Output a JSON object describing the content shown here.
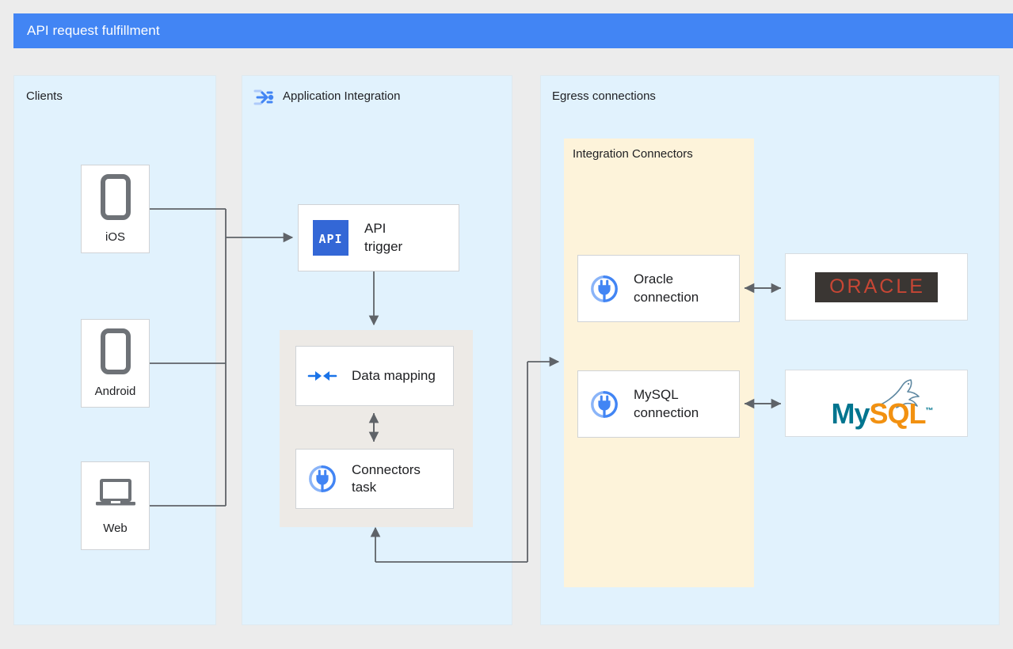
{
  "header": {
    "title": "API request fulfillment",
    "bar_color": "#4285f4"
  },
  "panels": {
    "clients": {
      "label": "Clients"
    },
    "app_integration": {
      "label": "Application Integration",
      "icon": "application-integration-icon"
    },
    "egress": {
      "label": "Egress connections"
    },
    "integration_connectors": {
      "label": "Integration Connectors",
      "bg_color": "#fdf3da"
    }
  },
  "clients": [
    {
      "label": "iOS",
      "icon": "mobile-phone-icon"
    },
    {
      "label": "Android",
      "icon": "mobile-phone-icon"
    },
    {
      "label": "Web",
      "icon": "laptop-icon"
    }
  ],
  "integration_nodes": [
    {
      "label": "API\ntrigger",
      "icon": "api-trigger-icon"
    },
    {
      "label": "Data mapping",
      "icon": "data-mapping-icon"
    },
    {
      "label": "Connectors\ntask",
      "icon": "connector-plug-icon"
    }
  ],
  "connections": [
    {
      "label": "Oracle\nconnection",
      "icon": "connector-plug-icon"
    },
    {
      "label": "MySQL\nconnection",
      "icon": "connector-plug-icon"
    }
  ],
  "backends": [
    {
      "name": "oracle-logo",
      "text": "ORACLE",
      "fg": "#c74634",
      "bg": "#3a3633"
    },
    {
      "name": "mysql-logo",
      "text_primary": "My",
      "text_secondary": "SQL",
      "trademark": "™",
      "fg_primary": "#00758f",
      "fg_secondary": "#f29111"
    }
  ],
  "colors": {
    "page_bg": "#ececec",
    "panel_bg": "#e1f2fd",
    "inner_pink": "#edeae6",
    "inner_yellow": "#fdf3da",
    "wire": "#5f6368",
    "accent_blue": "#4285f4"
  }
}
